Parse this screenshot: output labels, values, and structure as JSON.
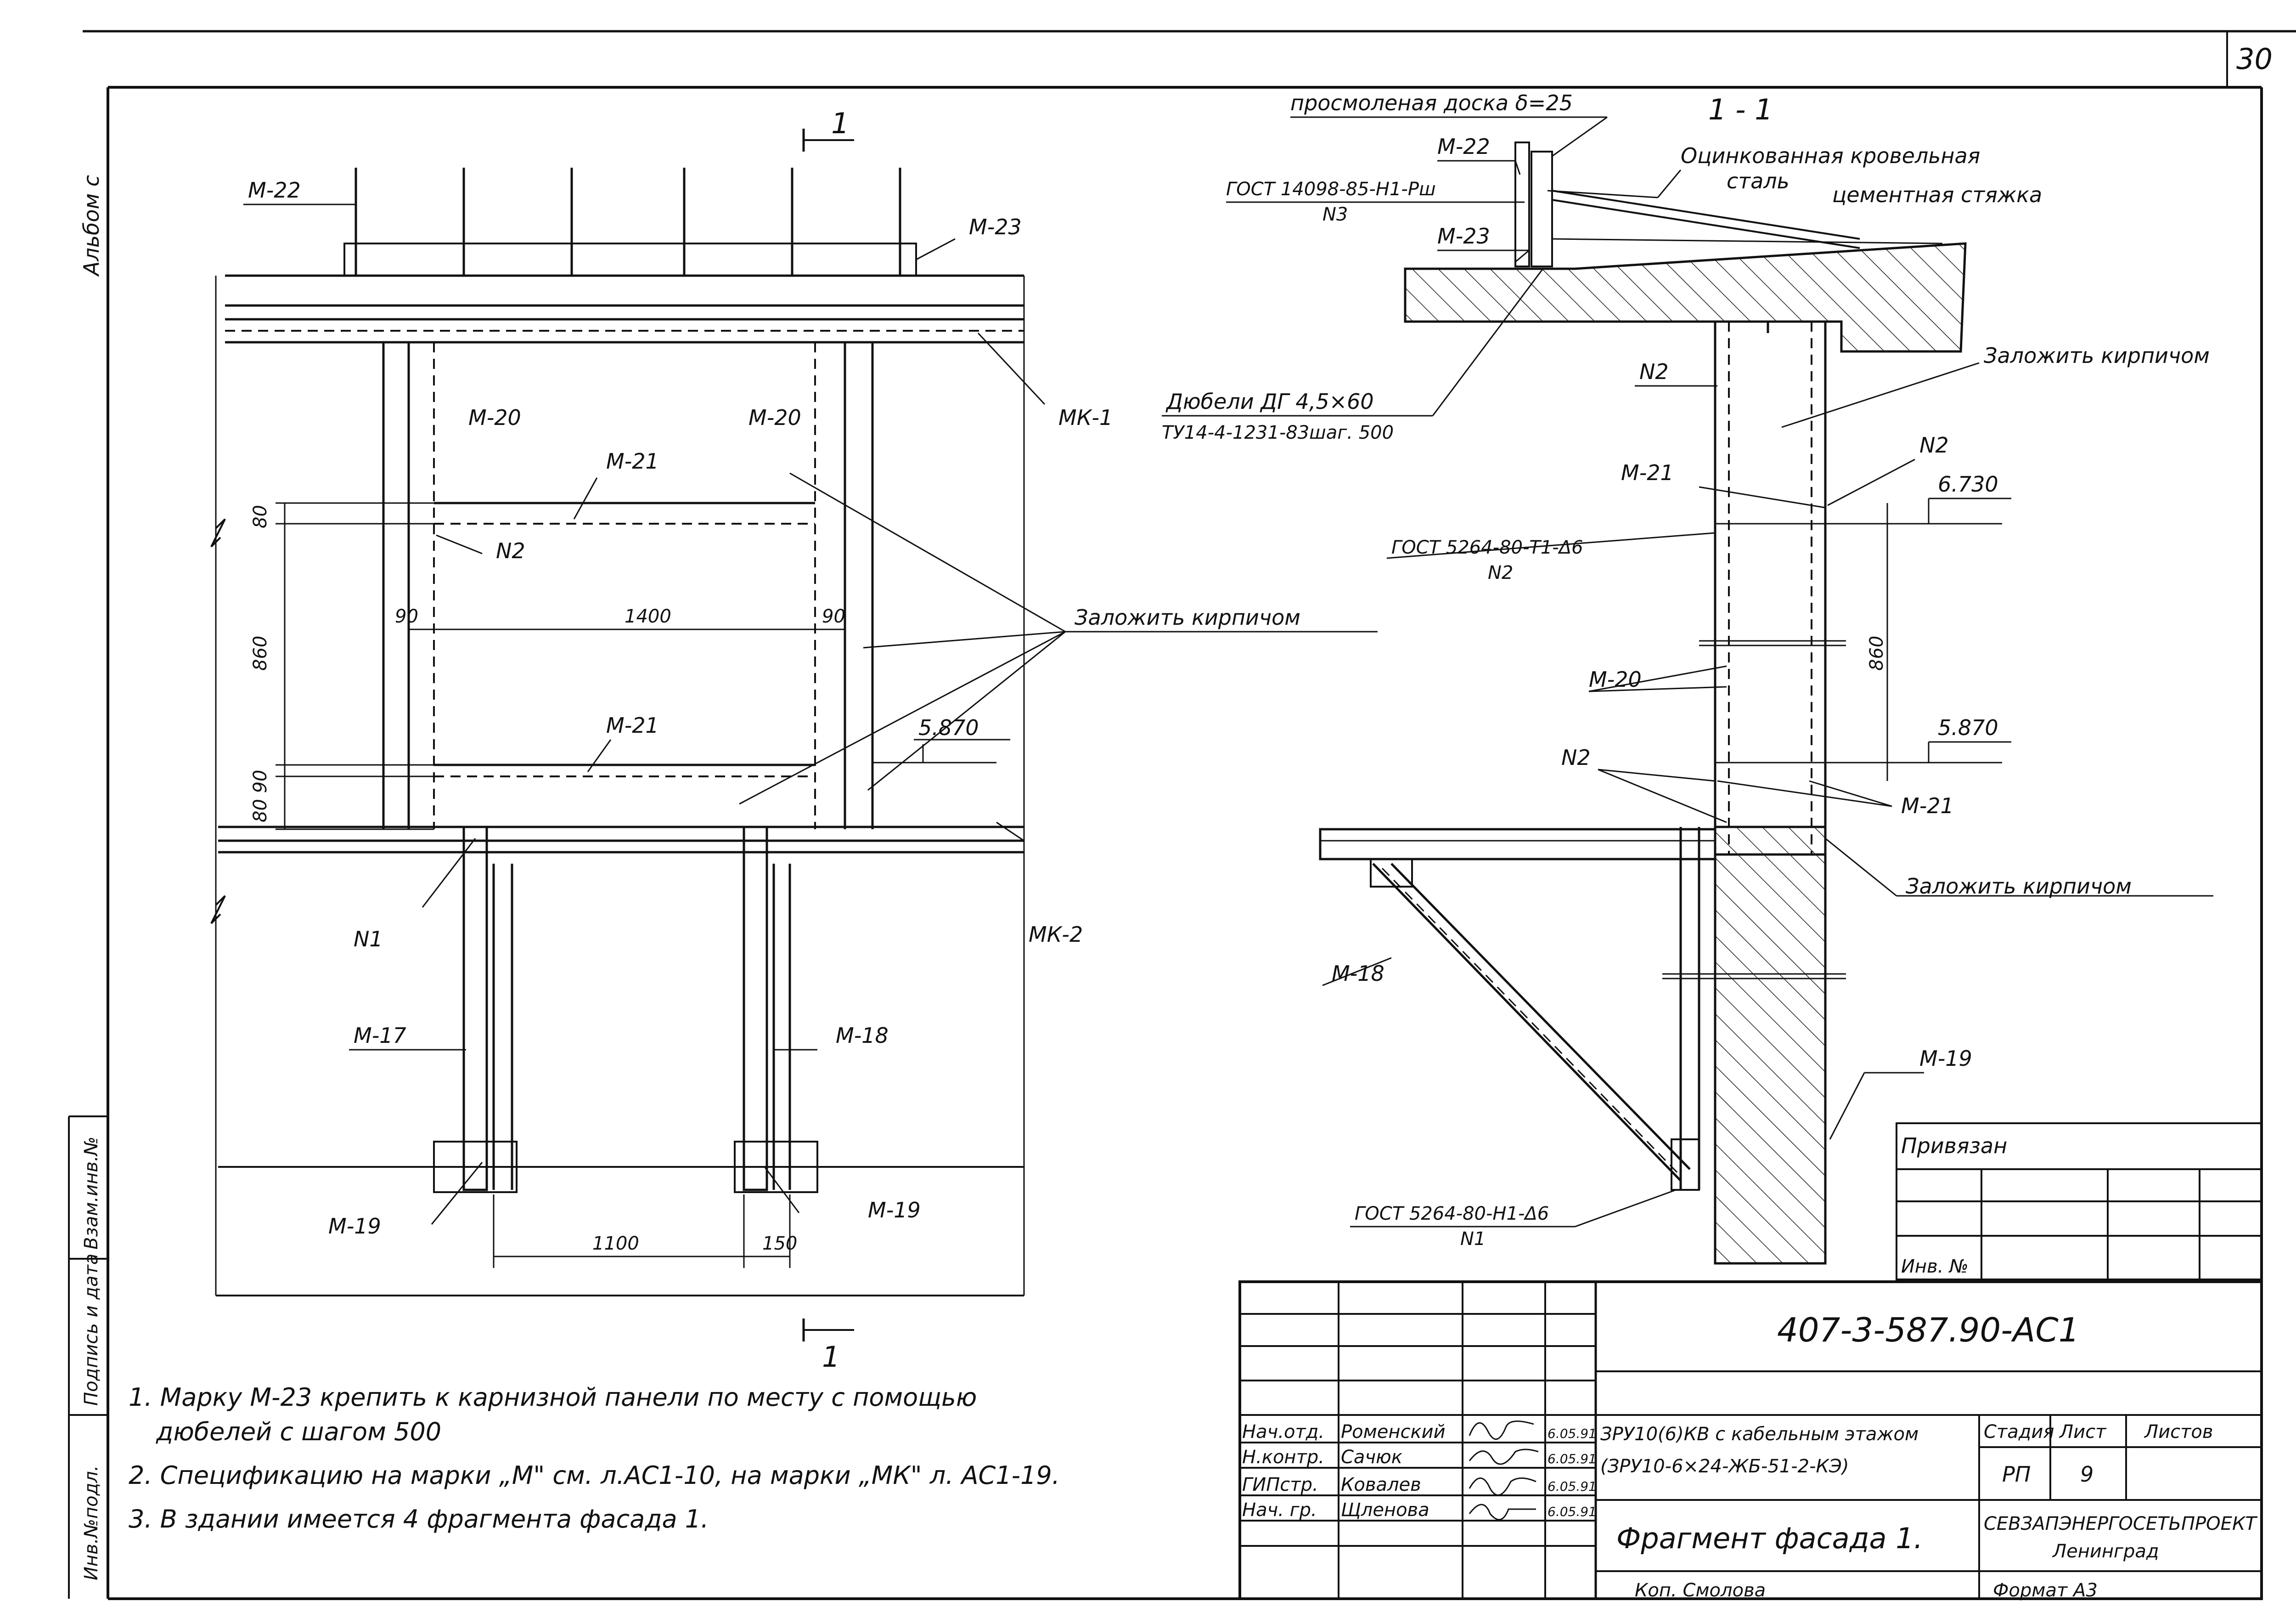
{
  "sheet": {
    "page_number": "30",
    "album_label": "Альбом с",
    "side_stamp": {
      "inv_podl": "Инв.№подл.",
      "podpis_data": "Подпись и дата",
      "vzam_inv": "Взам.инв.№"
    }
  },
  "facade": {
    "section_mark_top": "1",
    "section_mark_bottom": "1",
    "labels": {
      "m22": "М-22",
      "m23": "М-23",
      "m20_left": "М-20",
      "m20_right": "М-20",
      "m21_top": "М-21",
      "m21_bottom": "М-21",
      "mk1": "МК-1",
      "mk2": "МК-2",
      "n2": "N2",
      "n1": "N1",
      "m17": "М-17",
      "m18": "М-18",
      "m19_left": "М-19",
      "m19_right": "М-19",
      "brick_fill": "Заложить кирпичом"
    },
    "dimensions": {
      "d80": "80",
      "d860": "860",
      "d8090": "80 90",
      "d90_left": "90",
      "d1400": "1400",
      "d90_right": "90",
      "d1100": "1100",
      "d150": "150",
      "elev_5870": "5.870"
    }
  },
  "section": {
    "title": "1 - 1",
    "labels": {
      "tar_board": "просмоленая доска δ=25",
      "m22": "М-22",
      "galv_steel_1": "Оцинкованная кровельная",
      "galv_steel_2": "сталь",
      "cement_screed": "цементная стяжка",
      "gost_14098": "ГОСТ 14098-85-Н1-Рш",
      "n3": "N3",
      "m23": "М-23",
      "dowels_1": "Дюбели ДГ 4,5×60",
      "dowels_2": "ТУ14-4-1231-83шаг. 500",
      "n2_top": "N2",
      "brick_top": "Заложить кирпичом",
      "m21_top": "М-21",
      "n2_right": "N2",
      "elev_6730": "6.730",
      "gost_5264_t1": "ГОСТ 5264-80-Т1-Δ6",
      "n2_gost": "N2",
      "d860": "860",
      "m20": "М-20",
      "elev_5870": "5.870",
      "n2_bottom": "N2",
      "m21_bottom": "М-21",
      "brick_bottom": "Заложить кирпичом",
      "m18": "М-18",
      "m19": "М-19",
      "gost_5264_h1": "ГОСТ 5264-80-Н1-Δ6",
      "n1": "N1"
    }
  },
  "notes": [
    "1. Марку М-23 крепить к карнизной панели по месту с помощью",
    "дюбелей с шагом 500",
    "2. Спецификацию на марки „М\" см. л.АС1-10, на марки „МК\" л. АС1-19.",
    "3. В здании имеется 4 фрагмента фасада 1."
  ],
  "stamp": {
    "privyazan": "Привязан",
    "inv_no": "Инв. №"
  },
  "title_block": {
    "doc_code": "407-3-587.90-АС1",
    "project_1": "ЗРУ10(6)КВ с кабельным этажом",
    "project_2": "(ЗРУ10-6×24-ЖБ-51-2-КЭ)",
    "sheet_title": "Фрагмент фасада 1.",
    "org_1": "СЕВЗАПЭНЕРГОСЕТЬПРОЕКТ",
    "org_2": "Ленинград",
    "col_stage": "Стадия",
    "col_sheet": "Лист",
    "col_sheets": "Листов",
    "stage": "РП",
    "sheet": "9",
    "copied": "Коп. Смолова",
    "format": "Формат А3",
    "signatures": [
      {
        "role": "Нач.отд.",
        "name": "Роменский",
        "date": "6.05.91"
      },
      {
        "role": "Н.контр.",
        "name": "Сачюк",
        "date": "6.05.91"
      },
      {
        "role": "ГИПстр.",
        "name": "Ковалев",
        "date": "6.05.91"
      },
      {
        "role": "Нач. гр.",
        "name": "Щленова",
        "date": "6.05.91"
      }
    ]
  }
}
